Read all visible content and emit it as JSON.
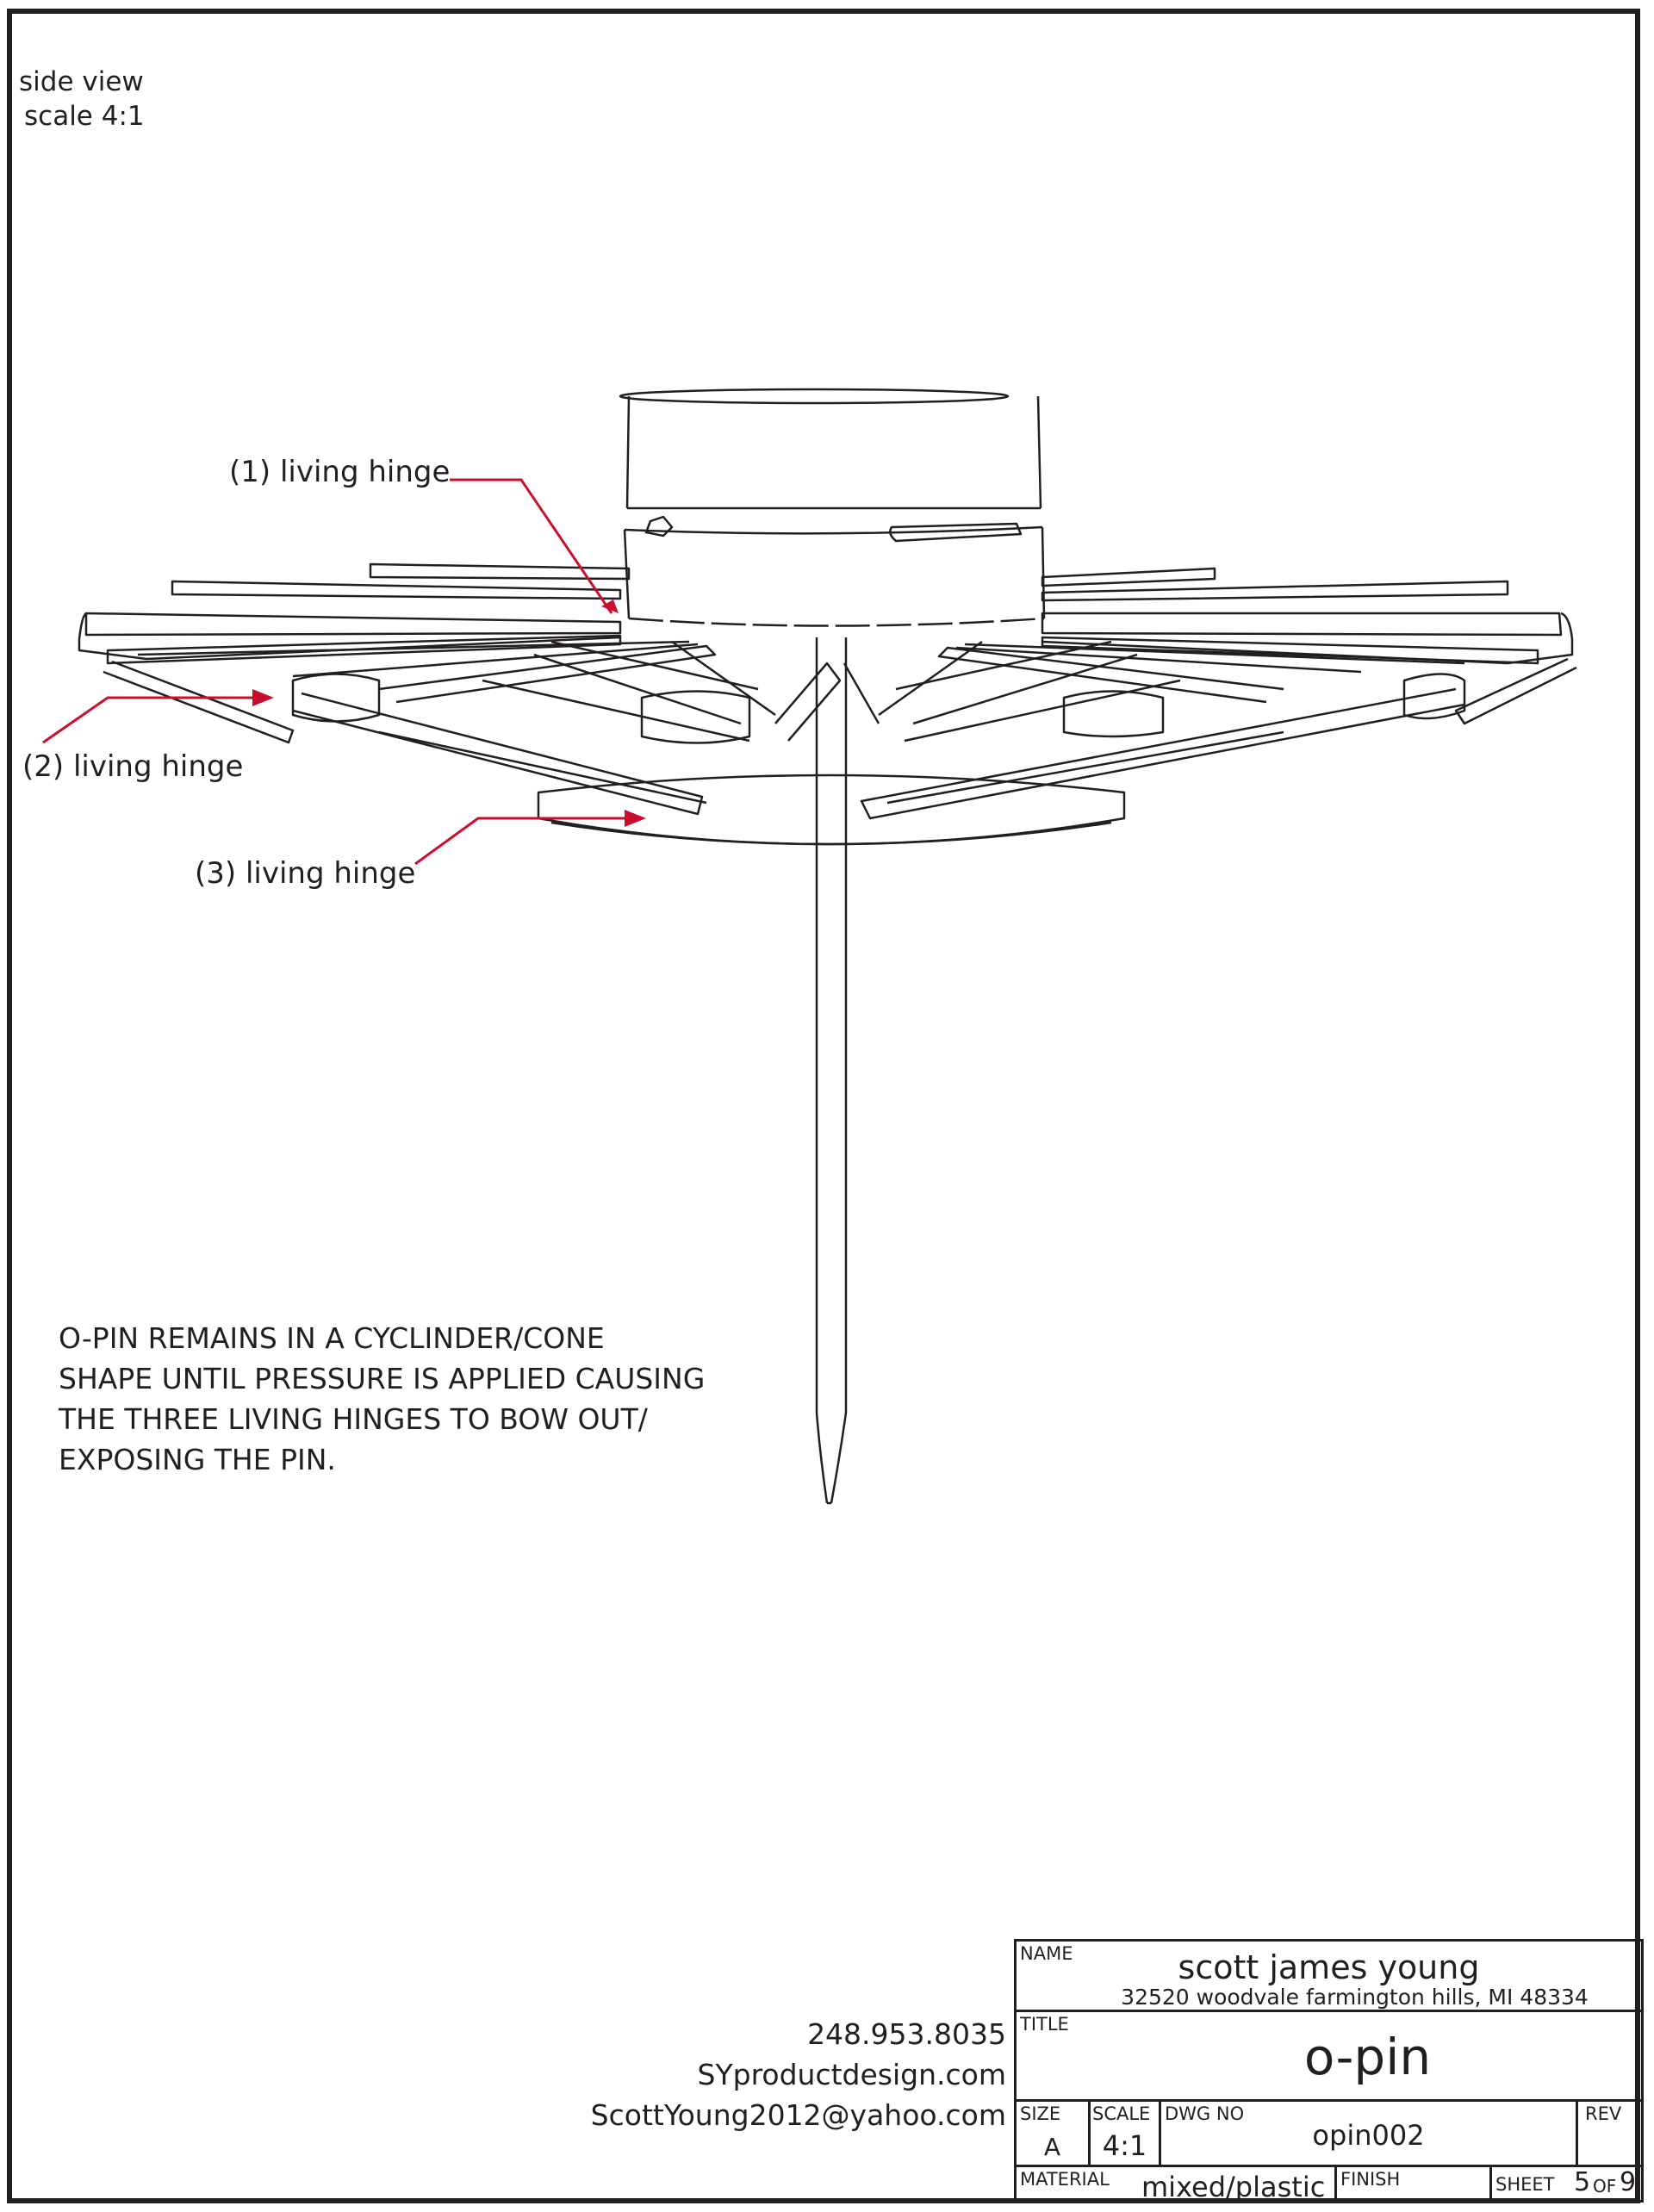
{
  "view_label": {
    "line1": "side view",
    "line2": "scale 4:1"
  },
  "callouts": [
    {
      "label": "(1) living hinge"
    },
    {
      "label": "(2) living hinge"
    },
    {
      "label": "(3) living hinge"
    }
  ],
  "note": [
    "O-PIN REMAINS IN A CYCLINDER/CONE",
    "SHAPE UNTIL PRESSURE IS APPLIED CAUSING",
    "THE THREE LIVING HINGES TO BOW OUT/",
    "EXPOSING THE PIN."
  ],
  "contact": {
    "phone": "248.953.8035",
    "website": "SYproductdesign.com",
    "email": "ScottYoung2012@yahoo.com"
  },
  "title_block": {
    "name_label": "NAME",
    "name": "scott james young",
    "address": "32520 woodvale farmington hills, MI 48334",
    "title_label": "TITLE",
    "title": "o-pin",
    "size_label": "SIZE",
    "size": "A",
    "scale_label": "SCALE",
    "scale": "4:1",
    "dwg_label": "DWG NO",
    "dwg_no": "opin002",
    "rev_label": "REV",
    "material_label": "MATERIAL",
    "material": "mixed/plastic",
    "finish_label": "FINISH",
    "sheet_label": "SHEET",
    "sheet_num": "5",
    "sheet_of": "OF",
    "sheet_total": "9"
  },
  "colors": {
    "line": "#231f20",
    "callout": "#c8102e"
  }
}
